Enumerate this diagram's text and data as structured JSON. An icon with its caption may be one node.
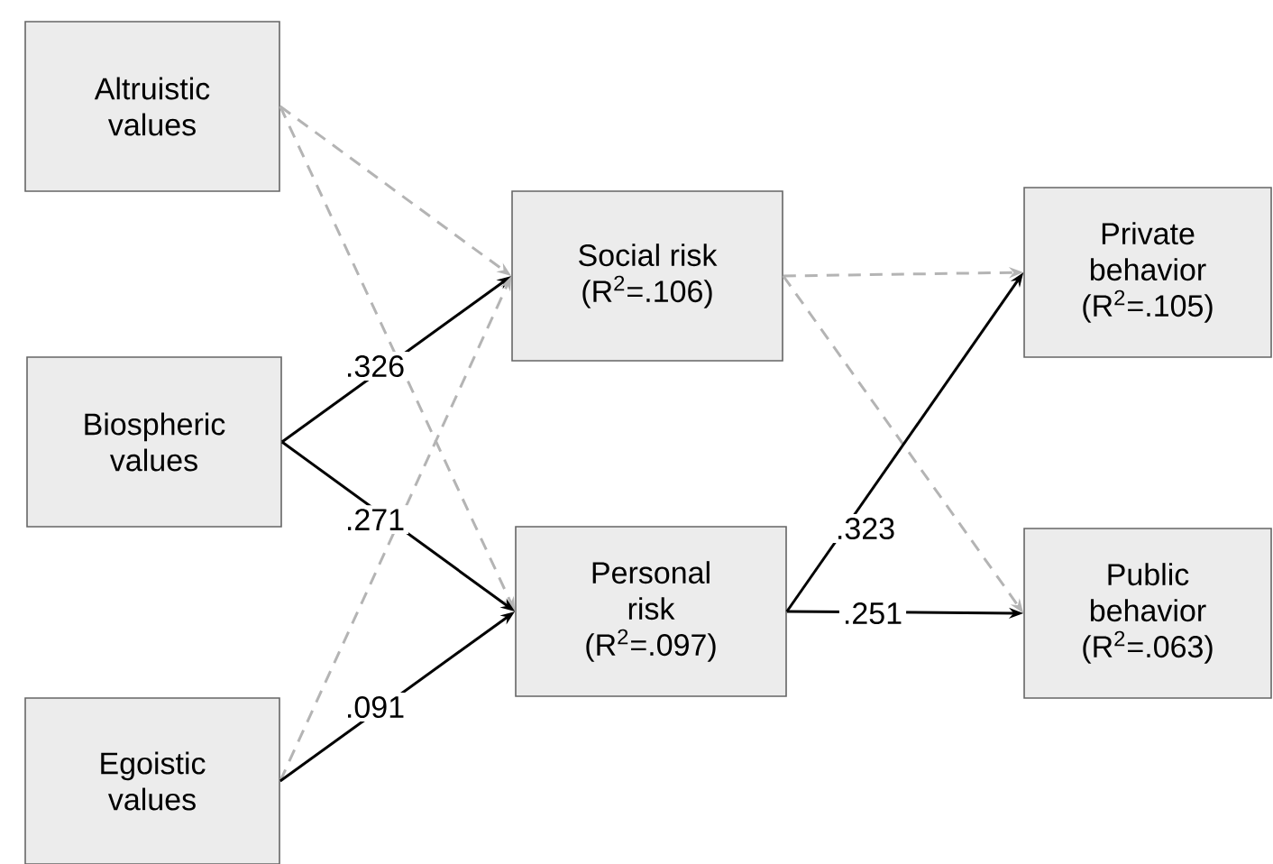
{
  "diagram": {
    "nodes": [
      {
        "text": [
          "Altruistic values"
        ]
      },
      {
        "text": [
          "Biospheric values"
        ]
      },
      {
        "text": [
          "Egoistic values"
        ]
      },
      {
        "text": [
          "Social risk",
          "(R$^{2}$=.106)"
        ]
      },
      {
        "text": [
          "Personal risk",
          "(R$^{2}$=.097)"
        ]
      },
      {
        "text": [
          "Private behavior",
          "(R$^{2}$=.105)"
        ]
      },
      {
        "text": [
          "Public behavior",
          "(R$^{2}$=.063)"
        ]
      }
    ],
    "edges": [
      {
        "from": 0,
        "to": 3,
        "arrow": "to",
        "style": "dashed",
        "color": "#b4b4b4"
      },
      {
        "from": 0,
        "to": 4,
        "arrow": "to",
        "style": "dashed",
        "color": "#b4b4b4"
      },
      {
        "from": 1,
        "to": 3,
        "arrow": "to",
        "label": ".326",
        "color": "#000000"
      },
      {
        "from": 1,
        "to": 4,
        "arrow": "to",
        "label": ".271",
        "color": "#000000"
      },
      {
        "from": 2,
        "to": 3,
        "arrow": "to",
        "style": "dashed",
        "color": "#b4b4b4"
      },
      {
        "from": 2,
        "to": 4,
        "arrow": "to",
        "label": ".091",
        "color": "#000000"
      },
      {
        "from": 3,
        "to": 5,
        "arrow": "to",
        "style": "dashed",
        "color": "#b4b4b4"
      },
      {
        "from": 3,
        "to": 6,
        "arrow": "to",
        "style": "dashed",
        "color": "#b4b4b4"
      },
      {
        "from": 4,
        "to": 5,
        "arrow": "to",
        "label": ".323",
        "color": "#000000"
      },
      {
        "from": 4,
        "to": 6,
        "arrow": "to",
        "label": ".251",
        "color": "#000000"
      }
    ]
  }
}
